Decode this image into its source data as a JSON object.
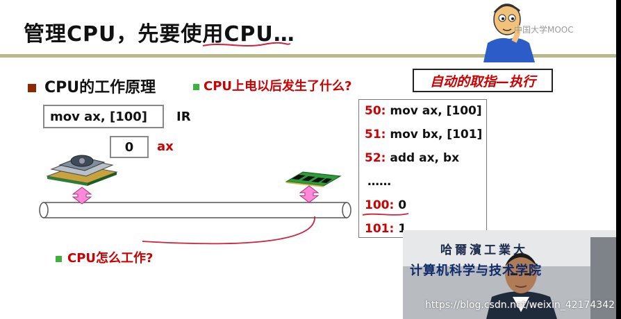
{
  "slide": {
    "title": "管理CPU，先要使用CPU…",
    "bullet1": "CPU的工作原理",
    "bullet2": "CPU上电以后发生了什么?",
    "auto_box": "自动的取指—执行",
    "ir_value": "mov ax, [100]",
    "ir_label": "IR",
    "ax_value": "0",
    "ax_label": "ax",
    "bullet3": "CPU怎么工作?",
    "memory": [
      {
        "addr": "50:",
        "text": "mov ax, [100]"
      },
      {
        "addr": "51:",
        "text": "mov bx, [101]"
      },
      {
        "addr": "52:",
        "text": "add ax, bx"
      },
      {
        "addr": "",
        "text": "……"
      },
      {
        "addr": "100:",
        "text": "0"
      },
      {
        "addr": "101:",
        "text": "1"
      }
    ]
  },
  "overlay": {
    "mooc_logo": "中国大学MOOC",
    "video_sign_1": "哈爾濱工業大",
    "video_sign_2": "计算机科学与技术学院",
    "watermark": "https://blog.csdn.net/weixin_42174342"
  },
  "colors": {
    "accent_red": "#cc0000",
    "bullet_green": "#3cb33c",
    "bullet_brown": "#8b2a00",
    "title_rule": "#b9b98a"
  },
  "icons": [
    "cpu-chip-icon",
    "memory-module-icon",
    "cartoon-thinker-icon"
  ]
}
